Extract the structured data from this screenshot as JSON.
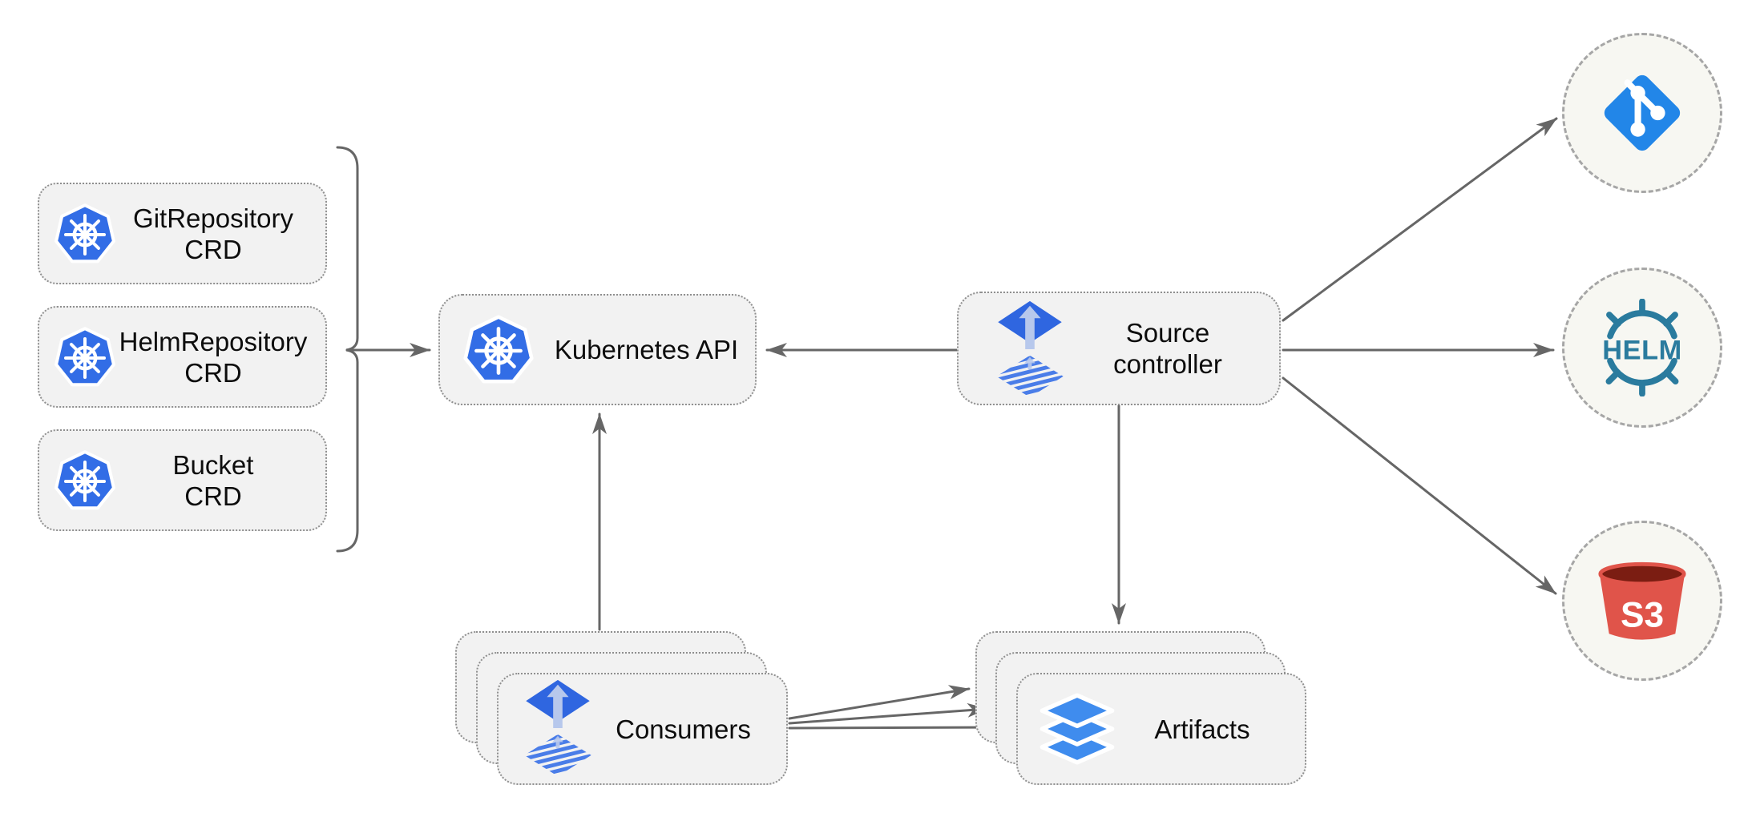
{
  "diagram": {
    "crd_boxes": [
      {
        "line1": "GitRepository",
        "line2": "CRD"
      },
      {
        "line1": "HelmRepository",
        "line2": "CRD"
      },
      {
        "line1": "Bucket",
        "line2": "CRD"
      }
    ],
    "kubernetes_api_label": "Kubernetes API",
    "source_controller": {
      "line1": "Source",
      "line2": "controller"
    },
    "consumers_label": "Consumers",
    "artifacts_label": "Artifacts",
    "helm_text": "HELM",
    "s3_text": "S3",
    "colors": {
      "line": "#666666",
      "box_fill": "#f2f2f2",
      "box_border": "#8f8f8f",
      "circle_fill": "#f7f7f2",
      "circle_border": "#a6a6a6",
      "k8s_blue": "#326de6",
      "flux_blue": "#2f66e0",
      "flux_stripe": "#4a7de8",
      "flux_arrow": "#b7c8ec",
      "git_blue": "#2286e8",
      "helm_teal": "#2a7b9e",
      "s3_red": "#e0544a",
      "s3_dark": "#7b1d12",
      "layers_blue": "#3f8cee",
      "text": "#0d0d0d"
    }
  }
}
